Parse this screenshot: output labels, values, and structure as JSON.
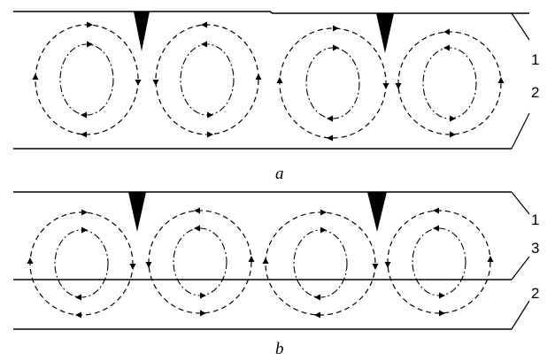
{
  "panels": [
    {
      "id": "a",
      "caption": "a",
      "labels": [
        "1",
        "2"
      ],
      "vortex_count": 4,
      "triangle_count": 2,
      "has_middle_line": false
    },
    {
      "id": "b",
      "caption": "b",
      "labels": [
        "1",
        "3",
        "2"
      ],
      "vortex_count": 4,
      "triangle_count": 2,
      "has_middle_line": true
    }
  ],
  "colors": {
    "ink": "#000000",
    "background": "#ffffff"
  }
}
